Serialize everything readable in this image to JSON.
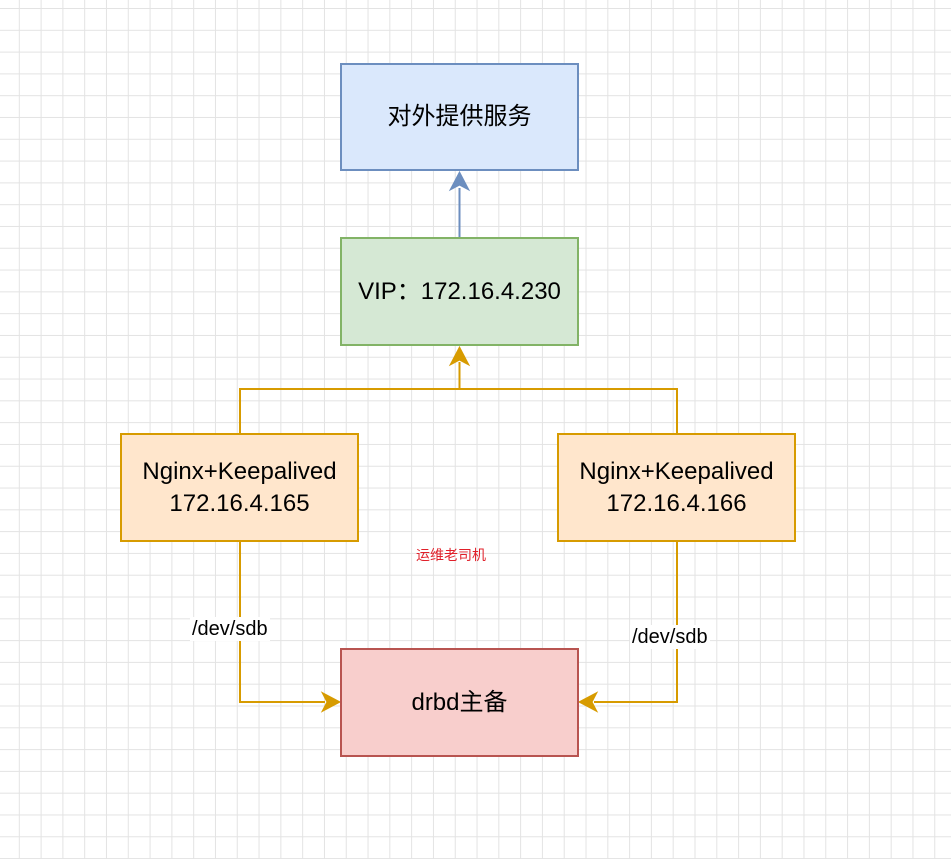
{
  "nodes": {
    "service": {
      "lines": [
        "对外提供服务"
      ]
    },
    "vip": {
      "lines": [
        "VIP：172.16.4.230"
      ]
    },
    "left": {
      "lines": [
        "Nginx+Keepalived",
        "172.16.4.165"
      ]
    },
    "right": {
      "lines": [
        "Nginx+Keepalived",
        "172.16.4.166"
      ]
    },
    "drbd": {
      "lines": [
        "drbd主备"
      ]
    }
  },
  "edges": {
    "left_to_drbd": {
      "label": "/dev/sdb"
    },
    "right_to_drbd": {
      "label": "/dev/sdb"
    }
  },
  "watermark": "运维老司机",
  "colors": {
    "service_fill": "#dae8fc",
    "service_stroke": "#6c8ebf",
    "vip_fill": "#d5e8d4",
    "vip_stroke": "#82b366",
    "nginx_fill": "#ffe6cc",
    "nginx_stroke": "#d79b00",
    "drbd_fill": "#f8cecc",
    "drbd_stroke": "#b85450",
    "edge_orange": "#d79b00",
    "edge_blue": "#6c8ebf"
  }
}
